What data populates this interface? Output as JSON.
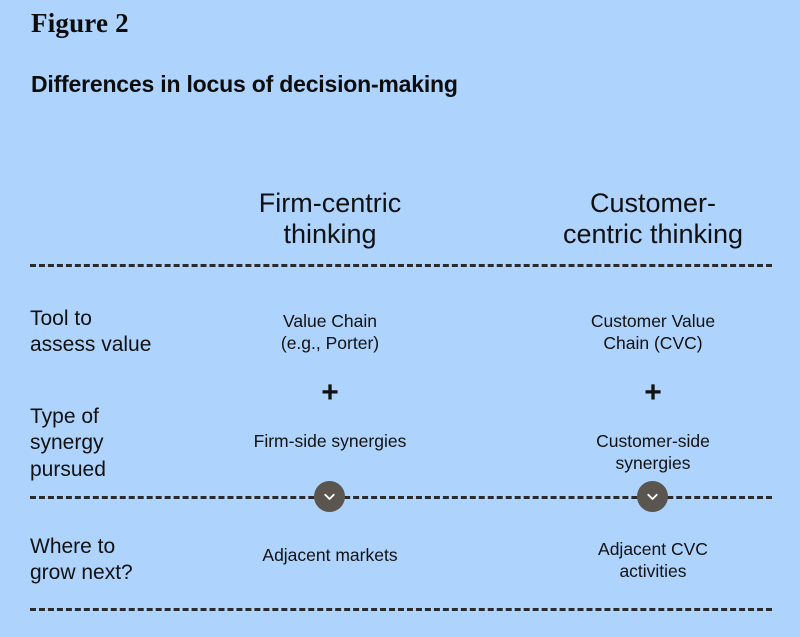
{
  "figure": {
    "label": "Figure 2",
    "title": "Differences in locus of decision-making",
    "background_color": "#aed3fc",
    "text_color": "#111111",
    "badge_color": "#5a554f",
    "divider_color": "#2b2b2b"
  },
  "columns": [
    {
      "key": "firm",
      "header": "Firm-centric\nthinking"
    },
    {
      "key": "customer",
      "header": "Customer-\ncentric thinking"
    }
  ],
  "rows": [
    {
      "key": "tool",
      "label": "Tool to\nassess value",
      "firm": "Value Chain\n(e.g., Porter)",
      "customer": "Customer Value\nChain (CVC)"
    },
    {
      "key": "synergy",
      "label": "Type of\nsynergy\npursued",
      "firm": "Firm-side synergies",
      "customer": "Customer-side\nsynergies",
      "plus": "+"
    },
    {
      "key": "growth",
      "label": "Where to\ngrow next?",
      "firm": "Adjacent markets",
      "customer": "Adjacent CVC\nactivities"
    }
  ],
  "icons": {
    "chevron_firm": "chevron-down-icon",
    "chevron_customer": "chevron-down-icon"
  }
}
